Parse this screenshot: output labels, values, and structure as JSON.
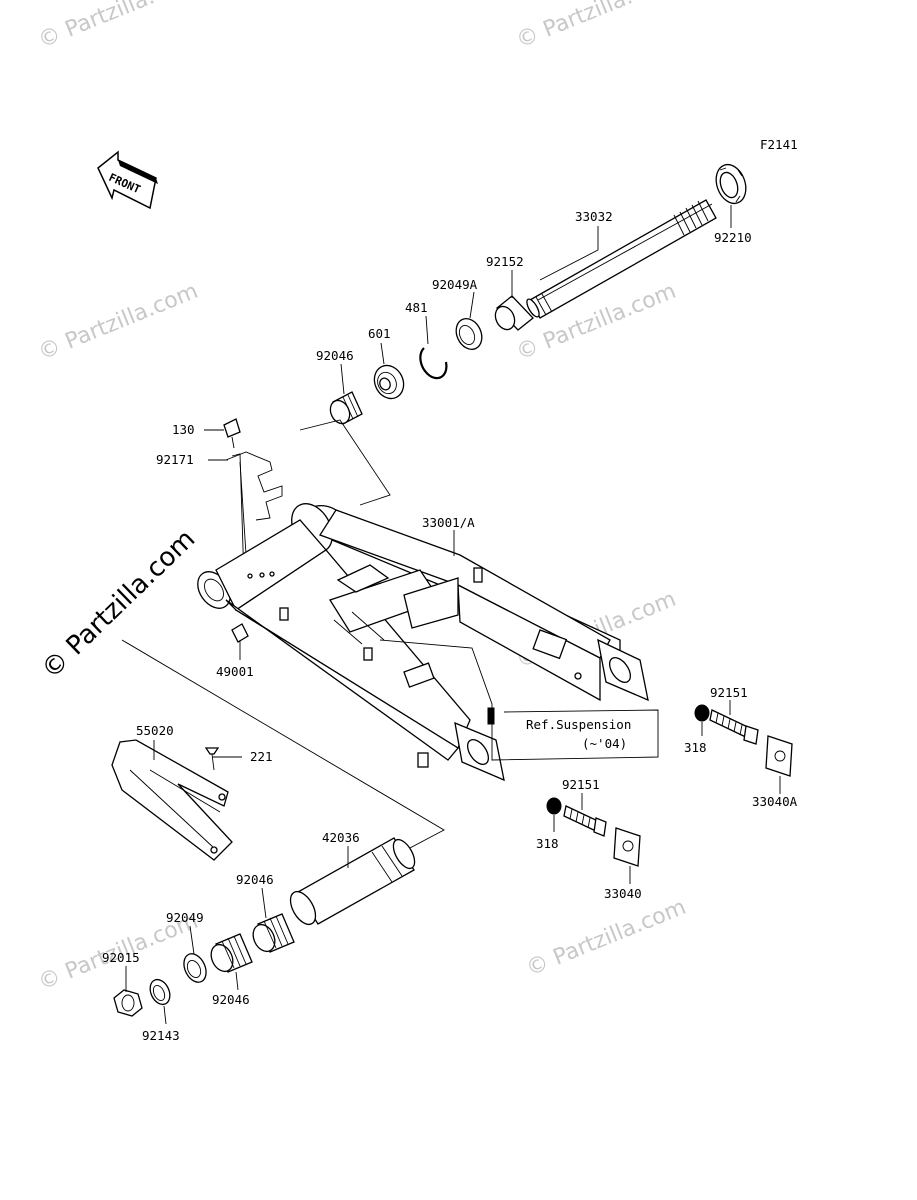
{
  "figure_code": "F2141",
  "front_label": "FRONT",
  "watermark": "© Partzilla.com",
  "reference_note": {
    "line1": "Ref.Suspension",
    "line2": "(~'04)"
  },
  "callouts": {
    "c33032": "33032",
    "c92210": "92210",
    "c92152": "92152",
    "c92049a": "92049A",
    "c481": "481",
    "c601": "601",
    "c92046_top": "92046",
    "c130": "130",
    "c92171": "92171",
    "c33001": "33001/A",
    "c49001": "49001",
    "c92151_right": "92151",
    "c318_right": "318",
    "c33040a": "33040A",
    "c55020": "55020",
    "c221": "221",
    "c92151_mid": "92151",
    "c318_mid": "318",
    "c33040": "33040",
    "c42036": "42036",
    "c92046_mid": "92046",
    "c92049": "92049",
    "c92015": "92015",
    "c92046_low": "92046",
    "c92143": "92143"
  }
}
